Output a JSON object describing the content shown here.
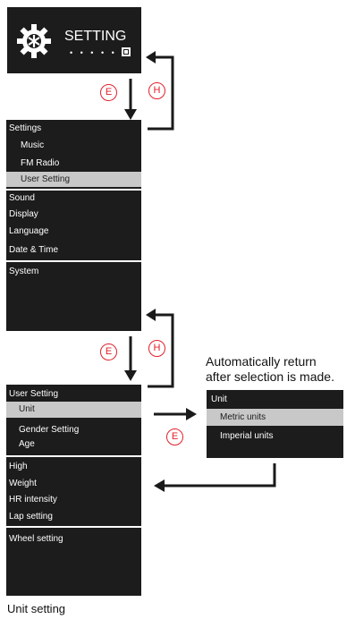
{
  "top_screen": {
    "label": "SETTING"
  },
  "buttons": {
    "e": "E",
    "h": "H"
  },
  "settings_menu": {
    "title": "Settings",
    "items": [
      "Music",
      "FM Radio",
      "User Setting",
      "Sound",
      "Display",
      "Language",
      "Date & Time",
      "System"
    ],
    "selected": "User Setting"
  },
  "user_setting_menu": {
    "title": "User Setting",
    "items": [
      "Unit",
      "Gender Setting",
      "Age",
      "High",
      "Weight",
      "HR intensity",
      "Lap setting",
      "Wheel setting"
    ],
    "selected": "Unit"
  },
  "unit_menu": {
    "title": "Unit",
    "items": [
      "Metric units",
      "Imperial units"
    ],
    "selected": "Metric units"
  },
  "note": {
    "line1": "Automatically return",
    "line2": "after selection is made."
  },
  "caption": "Unit setting",
  "colors": {
    "screen_bg": "#1c1c1c",
    "highlight": "#c8c8c8",
    "button_red": "#e0202a"
  },
  "icons": {
    "setting": "gear-icon"
  }
}
